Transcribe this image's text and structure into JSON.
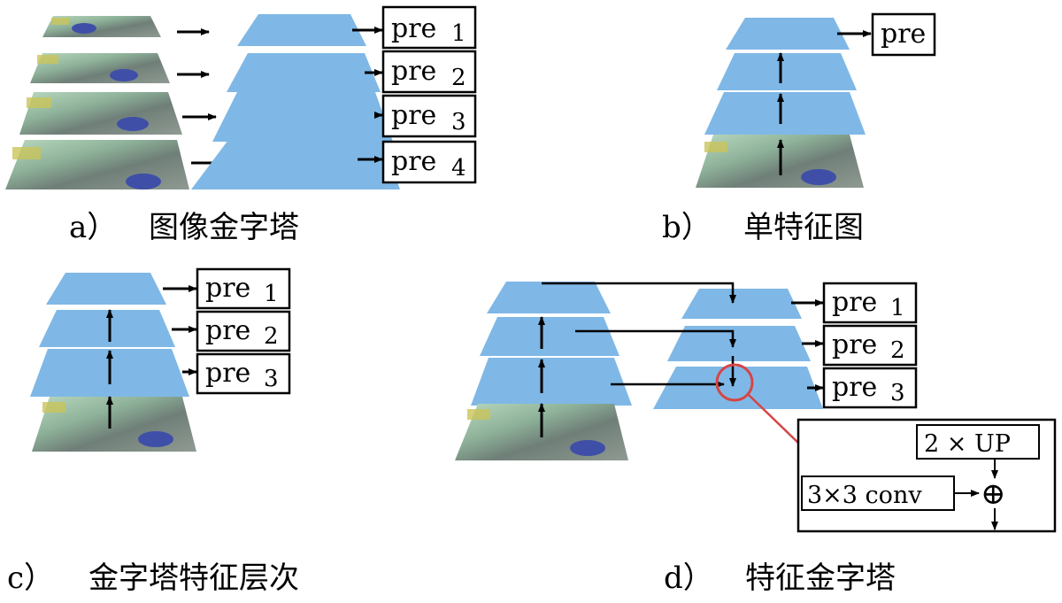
{
  "panels": {
    "a": {
      "letter": "a）",
      "caption": "图像金字塔",
      "boxes": [
        "pre",
        "pre",
        "pre",
        "pre"
      ],
      "subs": [
        "1",
        "2",
        "3",
        "4"
      ]
    },
    "b": {
      "letter": "b）",
      "caption": "单特征图",
      "boxes": [
        "pre"
      ]
    },
    "c": {
      "letter": "c）",
      "caption": "金字塔特征层次",
      "boxes": [
        "pre",
        "pre",
        "pre"
      ],
      "subs": [
        "1",
        "2",
        "3"
      ]
    },
    "d": {
      "letter": "d）",
      "caption": "特征金字塔",
      "boxes": [
        "pre",
        "pre",
        "pre"
      ],
      "subs": [
        "1",
        "2",
        "3"
      ],
      "detail": {
        "upsample_label": "2 × UP",
        "conv_label": "3×3 conv",
        "merge_symbol": "⊕"
      }
    }
  },
  "colors": {
    "feature_map": "#7fb8e6",
    "highlight_circle": "#d64545",
    "line": "#000000"
  }
}
